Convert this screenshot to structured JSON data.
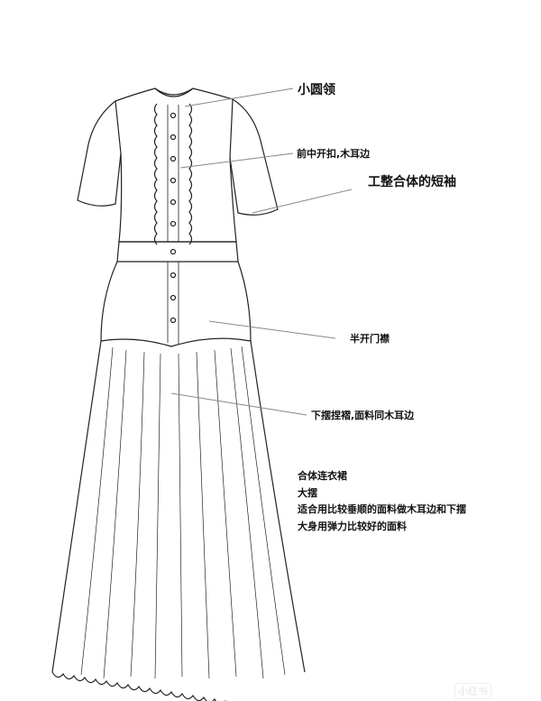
{
  "annotations": {
    "collar": "小圆领",
    "front_button": "前中开扣,木耳边",
    "sleeve": "工整合体的短袖",
    "placket": "半开门襟",
    "skirt": "下摆捏褶,面料同木耳边"
  },
  "notes": [
    "合体连衣裙",
    "大摆",
    "适合用比较垂顺的面料做木耳边和下摆",
    "大身用弹力比较好的面料"
  ],
  "watermark": "小红书",
  "colors": {
    "line": "#222222",
    "leader": "#888888"
  }
}
